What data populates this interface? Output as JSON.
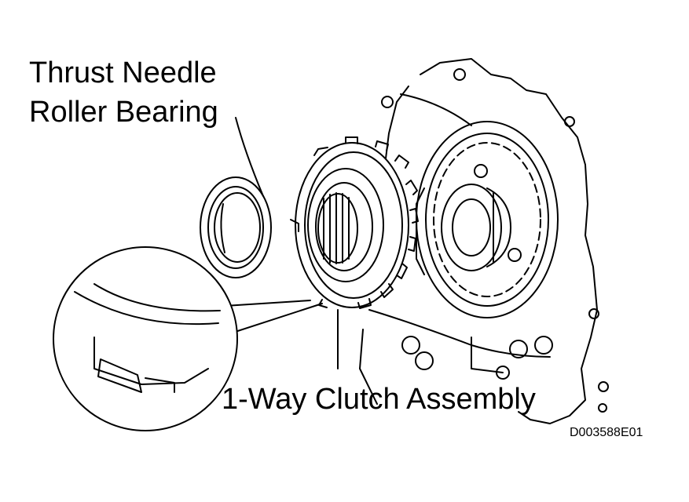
{
  "labels": {
    "bearing_line1": "Thrust Needle",
    "bearing_line2": "Roller Bearing",
    "clutch": "1-Way Clutch Assembly",
    "figure_code": "D003588E01"
  },
  "colors": {
    "ink": "#000000",
    "paper": "#ffffff"
  }
}
